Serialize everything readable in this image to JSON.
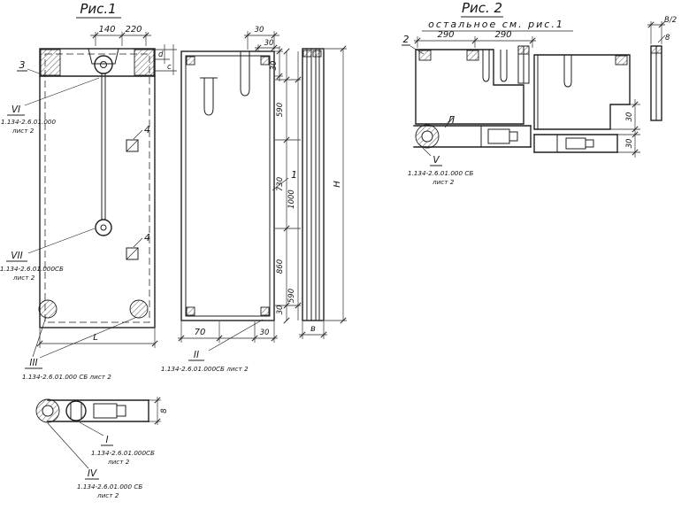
{
  "page": {
    "paper_color": "#ffffff",
    "ink_color": "#1f1f1f"
  },
  "fig1": {
    "title": "Рис.1",
    "dims": {
      "w140": "140",
      "w220": "220",
      "h590a": "590",
      "h730": "730",
      "h1000": "1000",
      "h860": "860",
      "h590b": "590",
      "d30": "30",
      "d70": "70",
      "dL": "L",
      "dB": "в",
      "dH": "Н",
      "dd": "d",
      "dc": "c",
      "d8": "8"
    },
    "items": {
      "pos1": "1",
      "pos3": "3",
      "pos4": "4"
    },
    "refs": {
      "vi": {
        "roman": "VI",
        "doc": "1.134-2.6.01.000",
        "sheet": "лист 2"
      },
      "vii": {
        "roman": "VII",
        "doc": "1.134-2.6.01.000СБ",
        "sheet": "лист 2"
      },
      "iii": {
        "roman": "III",
        "doc": "1.134-2.6.01.000 СБ лист 2"
      },
      "ii": {
        "roman": "II",
        "doc": "1.134-2.6.01.000СБ лист 2"
      },
      "i": {
        "roman": "I",
        "doc": "1.134-2.6.01.000СБ",
        "sheet": "лист 2"
      },
      "iv": {
        "roman": "IV",
        "doc": "1.134-2.6.01.000 СБ",
        "sheet": "лист 2"
      }
    }
  },
  "fig2": {
    "title": "Рис. 2",
    "note": "остальное см. рис.1",
    "dims": {
      "w290a": "290",
      "w290b": "290",
      "d30a": "30",
      "d30b": "30",
      "d8": "8",
      "dB2": "В/2"
    },
    "items": {
      "pos2": "2",
      "posL": "Л"
    },
    "refs": {
      "v": {
        "roman": "V",
        "doc": "1.134-2.6.01.000 СБ",
        "sheet": "лист 2"
      }
    }
  }
}
